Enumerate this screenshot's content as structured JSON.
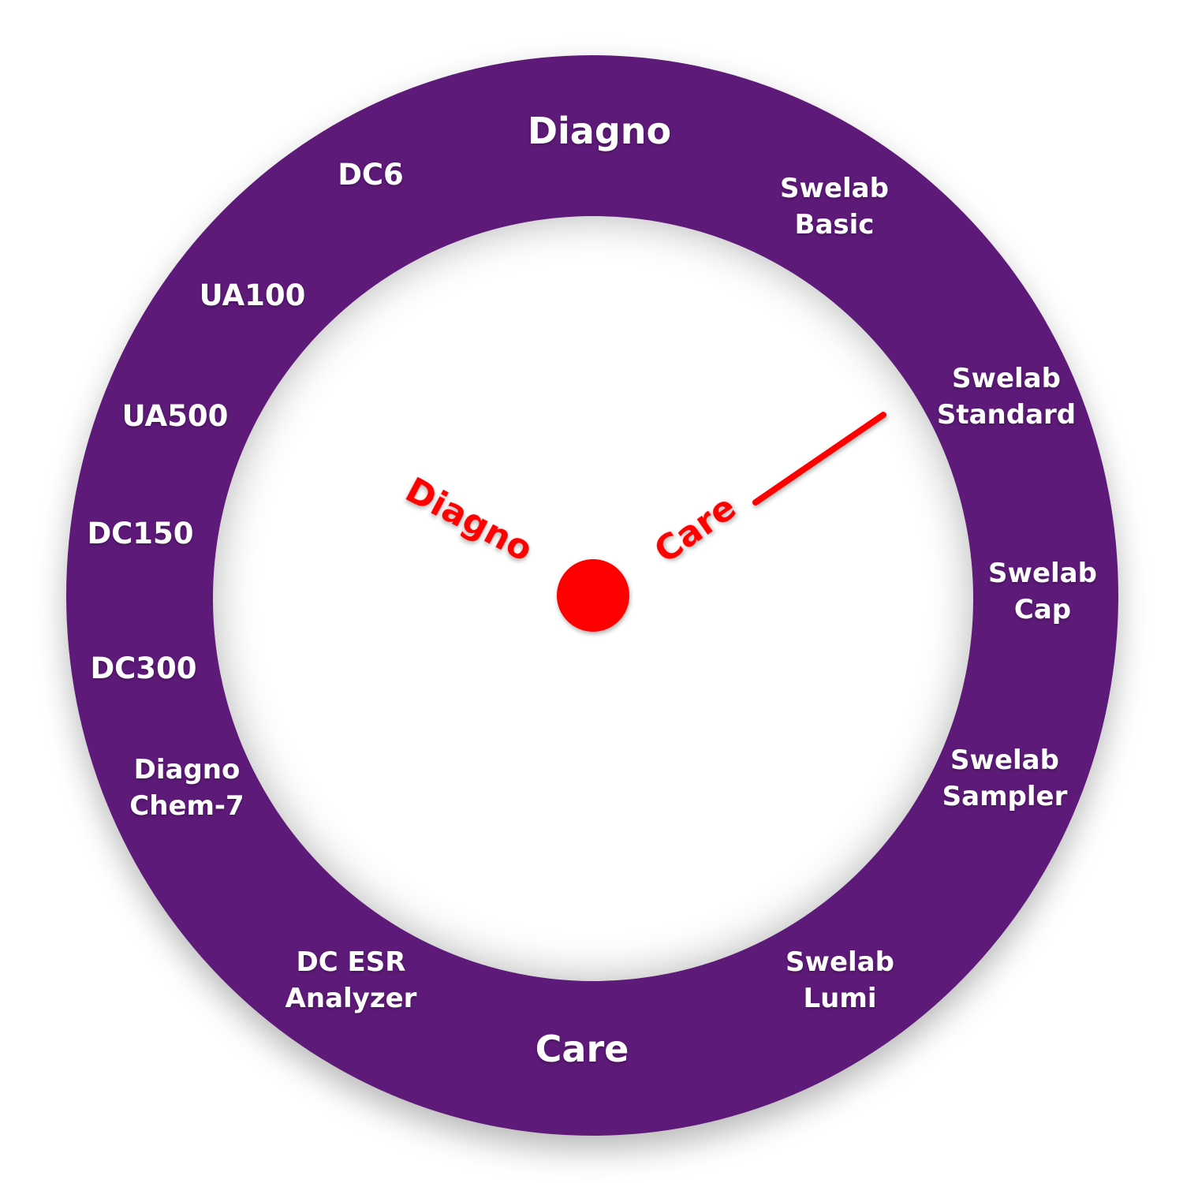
{
  "colors": {
    "ring": "#5d1a78",
    "hand": "#ff0000",
    "label": "#ffffff"
  },
  "ring_labels": {
    "diagno": "Diagno",
    "dc6": "DC6",
    "swelab_basic": [
      "Swelab",
      "Basic"
    ],
    "ua100": "UA100",
    "ua500": "UA500",
    "swelab_standard": [
      "Swelab",
      "Standard"
    ],
    "dc150": "DC150",
    "swelab_cap": [
      "Swelab",
      "Cap"
    ],
    "dc300": "DC300",
    "diagno_chem7": [
      "Diagno",
      "Chem-7"
    ],
    "swelab_sampler": [
      "Swelab",
      "Sampler"
    ],
    "dc_esr_analyzer": [
      "DC ESR",
      "Analyzer"
    ],
    "swelab_lumi": [
      "Swelab",
      "Lumi"
    ],
    "care": "Care"
  },
  "hands": {
    "left_label": "Diagno",
    "right_label": "Care"
  }
}
